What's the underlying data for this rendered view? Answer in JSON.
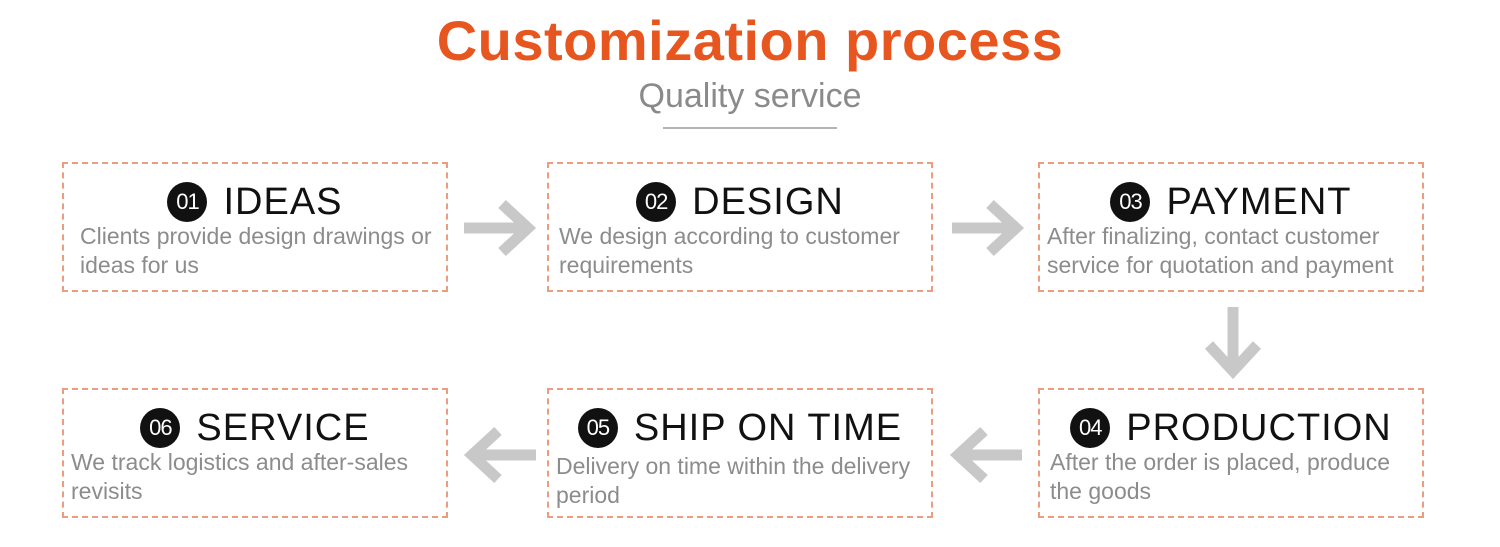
{
  "header": {
    "title": "Customization process",
    "subtitle": "Quality service"
  },
  "colors": {
    "accent": "#e8561f",
    "card_border": "#ec9d7f",
    "arrow": "#c8c8c8",
    "badge": "#111111",
    "description_text": "#8c8c8c"
  },
  "steps": [
    {
      "number": "01",
      "title": "IDEAS",
      "description": "Clients provide design drawings or ideas for us"
    },
    {
      "number": "02",
      "title": "DESIGN",
      "description": "We design according to customer requirements"
    },
    {
      "number": "03",
      "title": "PAYMENT",
      "description": "After finalizing, contact customer service for quotation and payment"
    },
    {
      "number": "04",
      "title": "PRODUCTION",
      "description": "After the order is placed, produce the goods"
    },
    {
      "number": "05",
      "title": "SHIP ON TIME",
      "description": "Delivery on time within the delivery period"
    },
    {
      "number": "06",
      "title": "SERVICE",
      "description": "We track logistics and after-sales revisits"
    }
  ],
  "arrows": [
    {
      "direction": "right",
      "icon": "arrow-right-icon"
    },
    {
      "direction": "right",
      "icon": "arrow-right-icon"
    },
    {
      "direction": "down",
      "icon": "arrow-down-icon"
    },
    {
      "direction": "left",
      "icon": "arrow-left-icon"
    },
    {
      "direction": "left",
      "icon": "arrow-left-icon"
    }
  ]
}
